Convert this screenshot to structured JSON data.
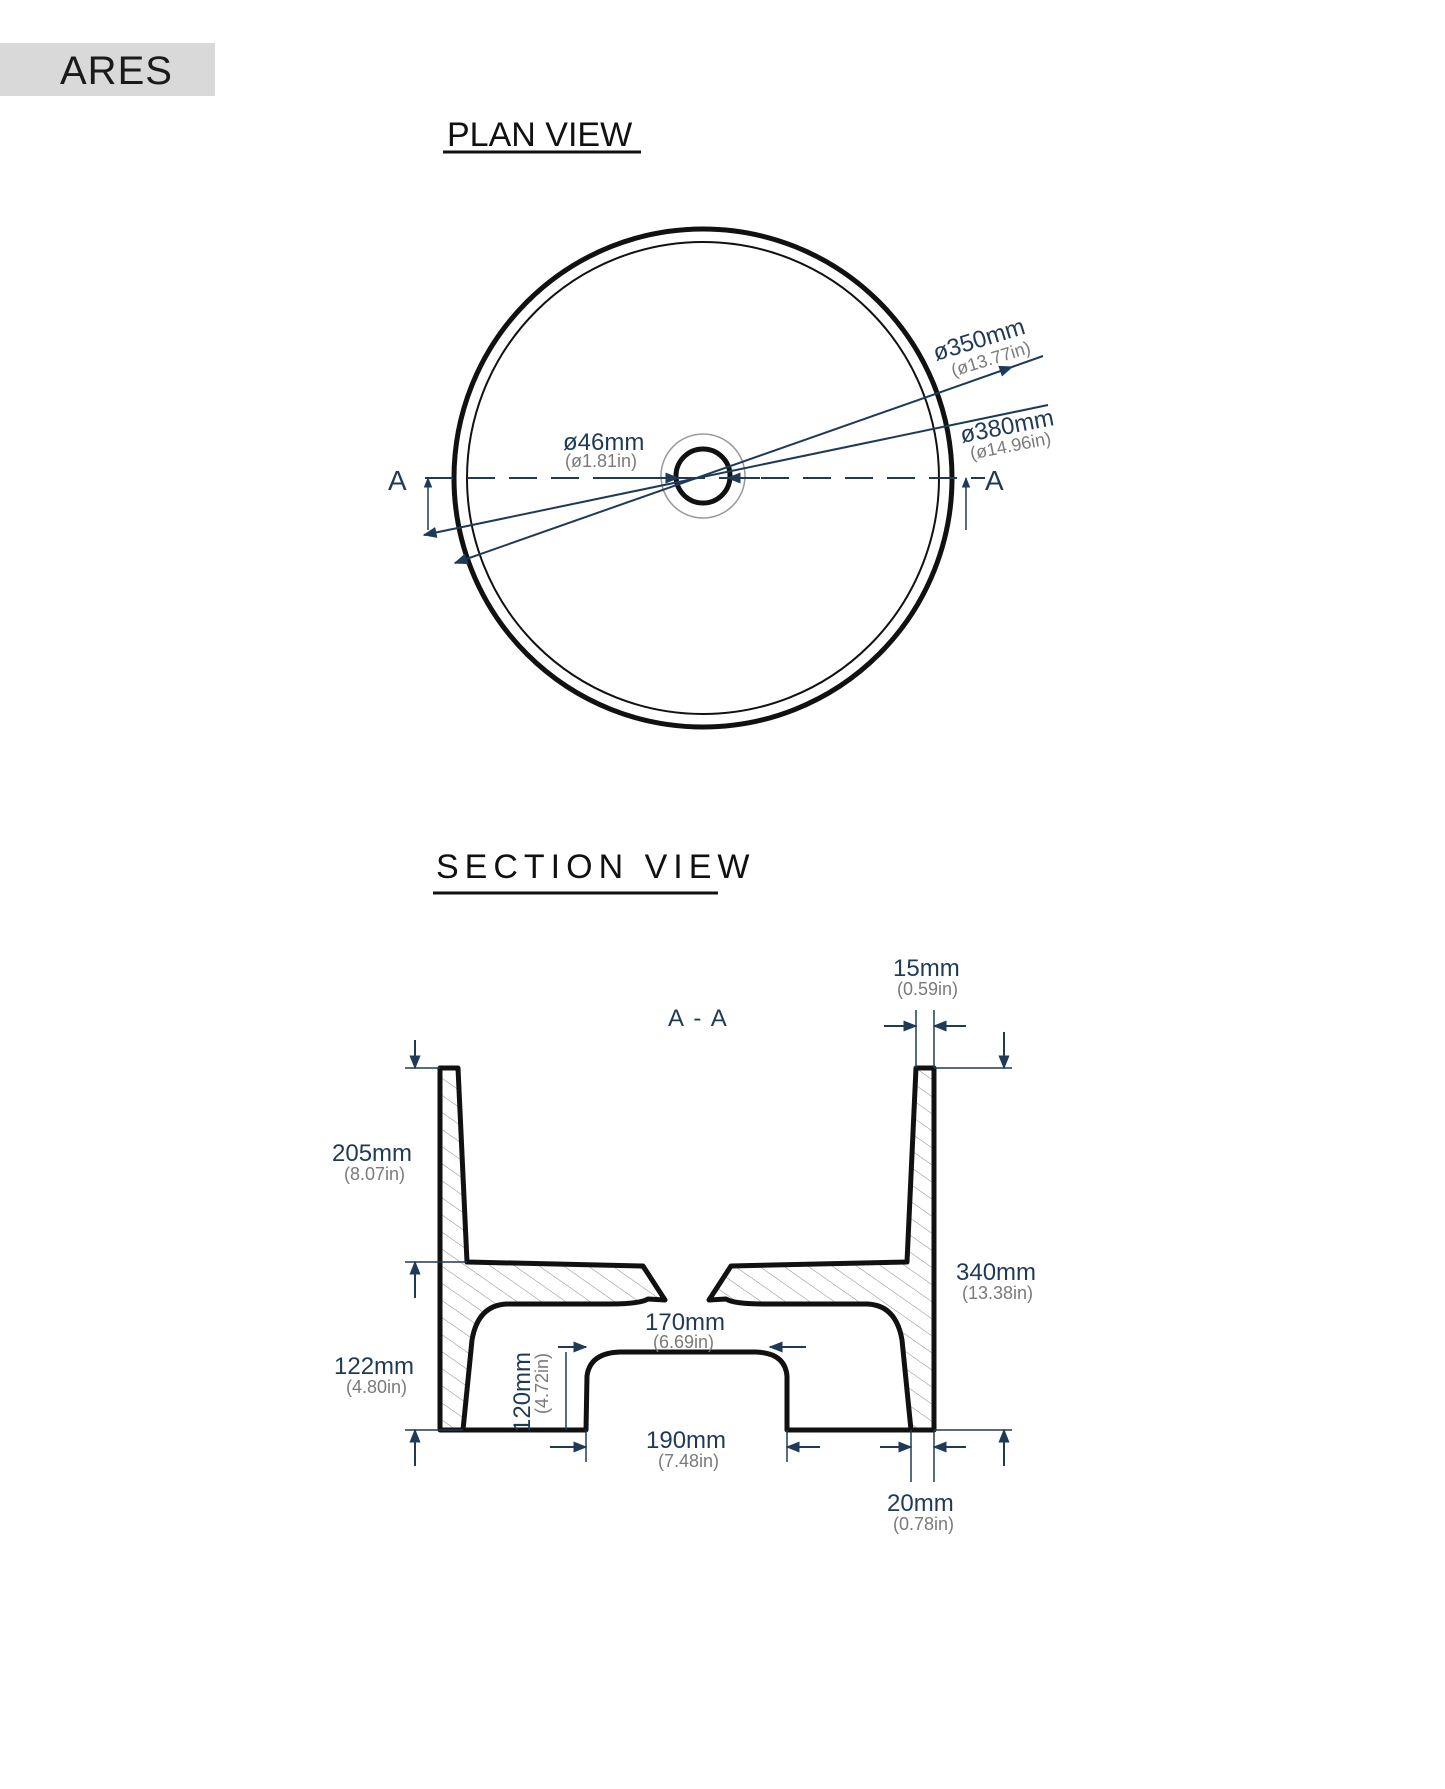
{
  "product_name": "ARES",
  "plan": {
    "title": "PLAN VIEW",
    "dim_drain": {
      "mm": "ø46mm",
      "in": "(ø1.81in)"
    },
    "dim_inner": {
      "mm": "ø350mm",
      "in": "(ø13.77in)"
    },
    "dim_outer": {
      "mm": "ø380mm",
      "in": "(ø14.96in)"
    },
    "section_mark": "A"
  },
  "section": {
    "title": "SECTION  VIEW",
    "label": "A - A",
    "dim_wall": {
      "mm": "15mm",
      "in": "(0.59in)"
    },
    "dim_upper": {
      "mm": "205mm",
      "in": "(8.07in)"
    },
    "dim_total": {
      "mm": "340mm",
      "in": "(13.38in)"
    },
    "dim_lower": {
      "mm": "122mm",
      "in": "(4.80in)"
    },
    "dim_top_span": {
      "mm": "170mm",
      "in": "(6.69in)"
    },
    "dim_height": {
      "mm": "120mm",
      "in": "(4.72in)"
    },
    "dim_base_span": {
      "mm": "190mm",
      "in": "(7.48in)"
    },
    "dim_foot": {
      "mm": "20mm",
      "in": "(0.78in)"
    }
  },
  "colors": {
    "dimension": "#1f3a57",
    "secondary": "#7a7a7a",
    "outline": "#111111"
  }
}
